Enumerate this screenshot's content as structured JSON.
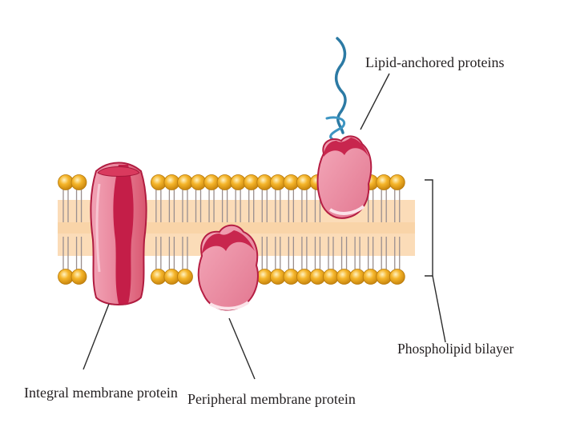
{
  "diagram": {
    "labels": {
      "lipid_anchored": "Lipid-anchored proteins",
      "bilayer": "Phospholipid bilayer",
      "integral": "Integral membrane protein",
      "peripheral": "Peripheral membrane protein"
    },
    "colors": {
      "lipid_head": "#f2a91c",
      "lipid_head_outline": "#b87a0a",
      "lipid_tail": "#9a8f8f",
      "hydrophobic_core": "#fbd9b3",
      "protein_light": "#ec8ea3",
      "protein_dark": "#c7224a",
      "protein_highlight": "#f9d2dc",
      "lipid_anchor": "#3a8fb8"
    }
  }
}
